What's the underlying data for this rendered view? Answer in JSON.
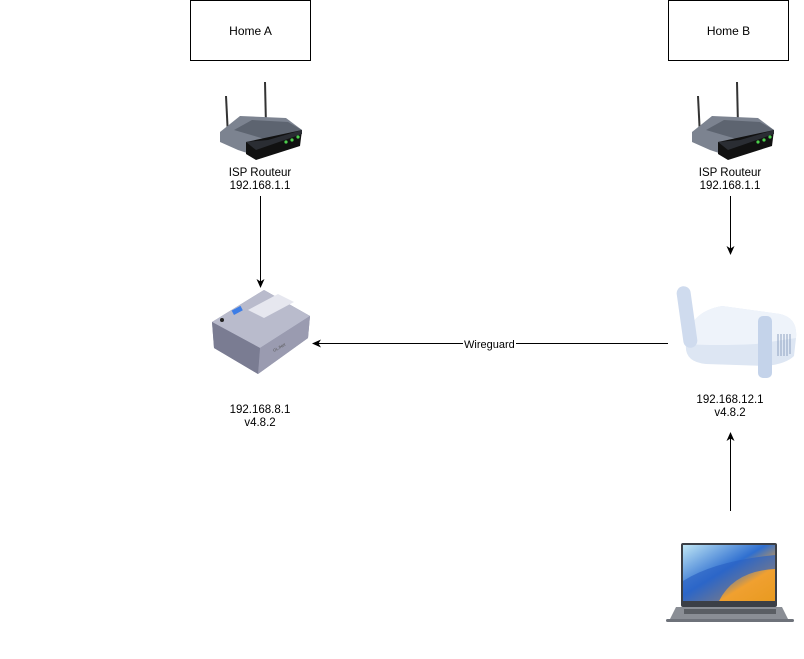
{
  "diagram": {
    "groups": [
      {
        "id": "home-a",
        "label": "Home A"
      },
      {
        "id": "home-b",
        "label": "Home B"
      }
    ],
    "nodes": {
      "isp_router_a": {
        "line1": "ISP Routeur",
        "line2": "192.168.1.1",
        "icon": "wireless-router-icon"
      },
      "isp_router_b": {
        "line1": "ISP Routeur",
        "line2": "192.168.1.1",
        "icon": "wireless-router-icon"
      },
      "gl_router_a": {
        "line1": "192.168.8.1",
        "line2": "v4.8.2",
        "icon": "travel-router-gray-icon"
      },
      "gl_router_b": {
        "line1": "192.168.12.1",
        "line2": "v4.8.2",
        "icon": "travel-router-blue-icon"
      },
      "laptop": {
        "icon": "laptop-icon"
      }
    },
    "edges": [
      {
        "from": "isp_router_a",
        "to": "gl_router_a",
        "label": ""
      },
      {
        "from": "isp_router_b",
        "to": "gl_router_b",
        "label": ""
      },
      {
        "from": "gl_router_b",
        "to": "gl_router_a",
        "label": "Wireguard"
      },
      {
        "from": "laptop",
        "to": "gl_router_b",
        "label": ""
      }
    ]
  }
}
